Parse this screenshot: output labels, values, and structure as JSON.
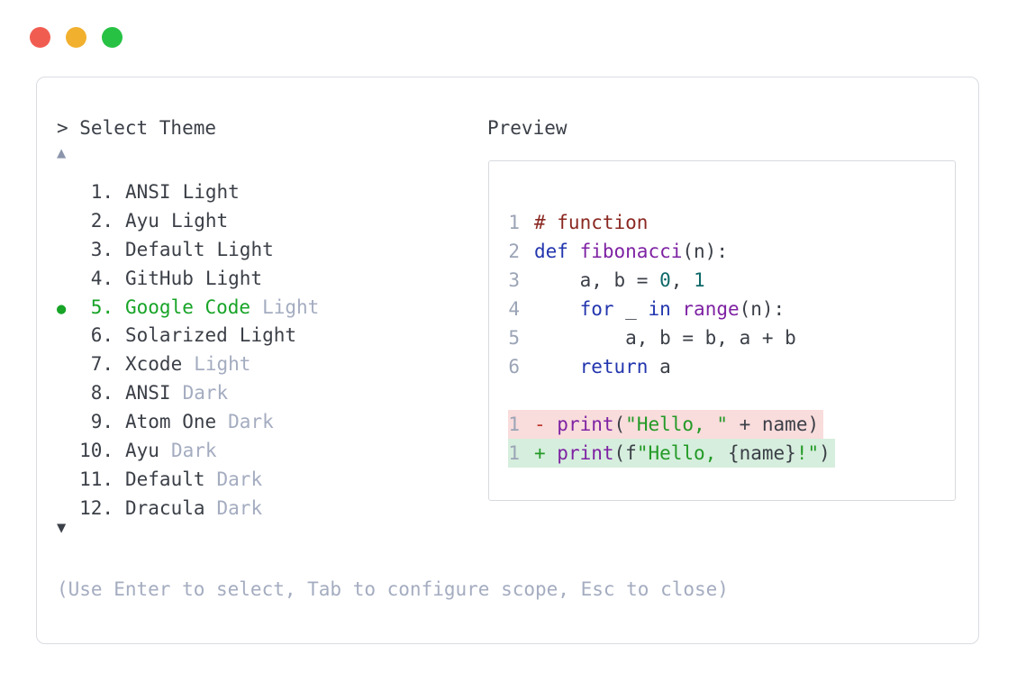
{
  "window": {
    "traffic_lights": [
      {
        "name": "close",
        "color": "#f15c51"
      },
      {
        "name": "minimize",
        "color": "#f1b02e"
      },
      {
        "name": "maximize",
        "color": "#27c244"
      }
    ]
  },
  "picker": {
    "prompt": "> Select Theme",
    "scroll_up_indicator": "▲",
    "scroll_down_indicator": "▼",
    "selected_marker": "●",
    "items": [
      {
        "num": "1.",
        "name": "ANSI",
        "variant": "Light",
        "selected": false,
        "muted_variant": false
      },
      {
        "num": "2.",
        "name": "Ayu",
        "variant": "Light",
        "selected": false,
        "muted_variant": false
      },
      {
        "num": "3.",
        "name": "Default",
        "variant": "Light",
        "selected": false,
        "muted_variant": false
      },
      {
        "num": "4.",
        "name": "GitHub",
        "variant": "Light",
        "selected": false,
        "muted_variant": false
      },
      {
        "num": "5.",
        "name": "Google Code",
        "variant": "Light",
        "selected": true,
        "muted_variant": true
      },
      {
        "num": "6.",
        "name": "Solarized",
        "variant": "Light",
        "selected": false,
        "muted_variant": false
      },
      {
        "num": "7.",
        "name": "Xcode",
        "variant": "Light",
        "selected": false,
        "muted_variant": true
      },
      {
        "num": "8.",
        "name": "ANSI",
        "variant": "Dark",
        "selected": false,
        "muted_variant": true
      },
      {
        "num": "9.",
        "name": "Atom One",
        "variant": "Dark",
        "selected": false,
        "muted_variant": true
      },
      {
        "num": "10.",
        "name": "Ayu",
        "variant": "Dark",
        "selected": false,
        "muted_variant": true
      },
      {
        "num": "11.",
        "name": "Default",
        "variant": "Dark",
        "selected": false,
        "muted_variant": true
      },
      {
        "num": "12.",
        "name": "Dracula",
        "variant": "Dark",
        "selected": false,
        "muted_variant": true
      }
    ],
    "hint": "(Use Enter to select, Tab to configure scope, Esc to close)"
  },
  "preview": {
    "title": "Preview",
    "code_lines": [
      {
        "num": "1",
        "tokens": [
          {
            "t": "# function",
            "c": "com"
          }
        ]
      },
      {
        "num": "2",
        "tokens": [
          {
            "t": "def",
            "c": "kwd"
          },
          {
            "t": " ",
            "c": "pln"
          },
          {
            "t": "fibonacci",
            "c": "typ"
          },
          {
            "t": "(n):",
            "c": "pln"
          }
        ]
      },
      {
        "num": "3",
        "tokens": [
          {
            "t": "    a, b = ",
            "c": "pln"
          },
          {
            "t": "0",
            "c": "lit"
          },
          {
            "t": ", ",
            "c": "pln"
          },
          {
            "t": "1",
            "c": "lit"
          }
        ]
      },
      {
        "num": "4",
        "tokens": [
          {
            "t": "    ",
            "c": "pln"
          },
          {
            "t": "for",
            "c": "kwd"
          },
          {
            "t": " _ ",
            "c": "pln"
          },
          {
            "t": "in",
            "c": "kwd"
          },
          {
            "t": " ",
            "c": "pln"
          },
          {
            "t": "range",
            "c": "typ"
          },
          {
            "t": "(n):",
            "c": "pln"
          }
        ]
      },
      {
        "num": "5",
        "tokens": [
          {
            "t": "        a, b = b, a + b",
            "c": "pln"
          }
        ]
      },
      {
        "num": "6",
        "tokens": [
          {
            "t": "    ",
            "c": "pln"
          },
          {
            "t": "return",
            "c": "kwd"
          },
          {
            "t": " a",
            "c": "pln"
          }
        ]
      }
    ],
    "diff_lines": [
      {
        "num": "1",
        "kind": "del",
        "tokens": [
          {
            "t": "- ",
            "c": "minus"
          },
          {
            "t": "print",
            "c": "typ"
          },
          {
            "t": "(",
            "c": "pln"
          },
          {
            "t": "\"Hello, \"",
            "c": "str"
          },
          {
            "t": " + name)",
            "c": "pln"
          }
        ]
      },
      {
        "num": "1",
        "kind": "add",
        "tokens": [
          {
            "t": "+ ",
            "c": "plus"
          },
          {
            "t": "print",
            "c": "typ"
          },
          {
            "t": "(f",
            "c": "pln"
          },
          {
            "t": "\"Hello, ",
            "c": "str"
          },
          {
            "t": "{name}",
            "c": "pln"
          },
          {
            "t": "!\"",
            "c": "str"
          },
          {
            "t": ")",
            "c": "pln"
          }
        ]
      }
    ]
  },
  "colors": {
    "window-border": "#d9dce2",
    "preview-border": "#d7dade",
    "text-dark": "#3b3f47",
    "text-muted": "#a4acc0",
    "line-number": "#9ba4b6",
    "scroll-up": "#8b95ab",
    "select-green": "#17a427",
    "comment": "#8b2822",
    "keyword": "#2336ae",
    "typename": "#7e22a3",
    "literal": "#0e6968",
    "string": "#229a26",
    "diff-minus": "#bb372c",
    "diff-plus": "#229a26",
    "del-bg": "#f9dcdc",
    "add-bg": "#d6eedd"
  }
}
